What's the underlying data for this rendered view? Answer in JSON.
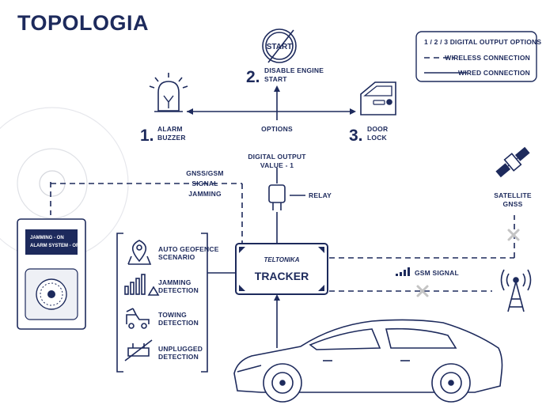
{
  "title": "TOPOLOGIA",
  "legend": {
    "item1": "1 / 2 / 3   DIGITAL OUTPUT OPTIONS",
    "item2": "WIRELESS CONNECTION",
    "item3": "WIRED CONNECTION"
  },
  "outputs": {
    "opt1": {
      "number": "1.",
      "line1": "ALARM",
      "line2": "BUZZER"
    },
    "opt2": {
      "number": "2.",
      "line1": "DISABLE ENGINE",
      "line2": "START",
      "icon_text": "START"
    },
    "opt3": {
      "number": "3.",
      "line1": "DOOR",
      "line2": "LOCK"
    }
  },
  "options_label": "OPTIONS",
  "digital_output": {
    "line1": "DIGITAL OUTPUT",
    "line2": "VALUE - 1"
  },
  "relay_label": "RELAY",
  "jamming": {
    "line1": "GNSS/GSM",
    "line2": "SIGNAL",
    "line3": "JAMMING"
  },
  "device_screen": {
    "line1": "JAMMING - ON",
    "line2": "ALARM SYSTEM - OFF"
  },
  "tracker": {
    "brand": "TELTONIKA",
    "label": "TRACKER"
  },
  "gsm_signal": "GSM SIGNAL",
  "satellite": {
    "line1": "SATELLITE",
    "line2": "GNSS"
  },
  "features": [
    {
      "icon": "geofence-pin-icon",
      "line1": "AUTO GEOFENCE",
      "line2": "SCENARIO"
    },
    {
      "icon": "signal-bars-warning-icon",
      "line1": "JAMMING",
      "line2": "DETECTION"
    },
    {
      "icon": "tow-truck-icon",
      "line1": "TOWING",
      "line2": "DETECTION"
    },
    {
      "icon": "unplugged-icon",
      "line1": "UNPLUGGED",
      "line2": "DETECTION"
    }
  ],
  "colors": {
    "ink": "#1d2a5c",
    "cross": "#c4c4c4",
    "background": "#ffffff"
  }
}
